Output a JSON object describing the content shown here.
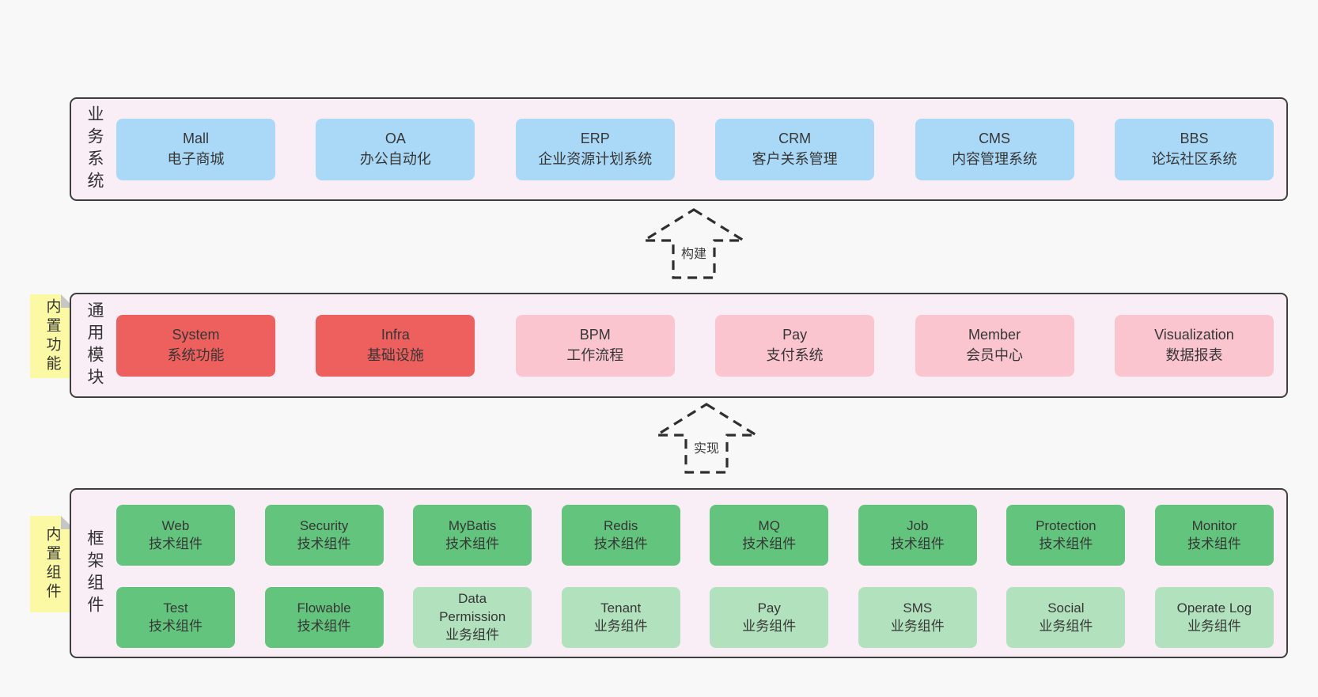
{
  "colors": {
    "page_background": "#f8f8f8",
    "layer_background": "#f9eef6",
    "layer_border": "#3f3f3f",
    "box_blue": "#a9d9f6",
    "box_red": "#ee605e",
    "box_pink": "#fac5cf",
    "box_green": "#63c57d",
    "box_light_green": "#b2e2bd",
    "note_yellow": "#fbf9a3",
    "note_fold_gray": "#c6c6c6",
    "text": "#353535"
  },
  "layers": [
    {
      "id": "business-systems",
      "label": "业务系统",
      "rows": [
        [
          {
            "lines": [
              "Mall",
              "电子商城"
            ],
            "color": "blue"
          },
          {
            "lines": [
              "OA",
              "办公自动化"
            ],
            "color": "blue"
          },
          {
            "lines": [
              "ERP",
              "企业资源计划系统"
            ],
            "color": "blue"
          },
          {
            "lines": [
              "CRM",
              "客户关系管理"
            ],
            "color": "blue"
          },
          {
            "lines": [
              "CMS",
              "内容管理系统"
            ],
            "color": "blue"
          },
          {
            "lines": [
              "BBS",
              "论坛社区系统"
            ],
            "color": "blue"
          }
        ]
      ]
    },
    {
      "id": "common-modules",
      "label": "通用模块",
      "note": "内置功能",
      "rows": [
        [
          {
            "lines": [
              "System",
              "系统功能"
            ],
            "color": "red"
          },
          {
            "lines": [
              "Infra",
              "基础设施"
            ],
            "color": "red"
          },
          {
            "lines": [
              "BPM",
              "工作流程"
            ],
            "color": "pink"
          },
          {
            "lines": [
              "Pay",
              "支付系统"
            ],
            "color": "pink"
          },
          {
            "lines": [
              "Member",
              "会员中心"
            ],
            "color": "pink"
          },
          {
            "lines": [
              "Visualization",
              "数据报表"
            ],
            "color": "pink"
          }
        ]
      ]
    },
    {
      "id": "framework-components",
      "label": "框架组件",
      "note": "内置组件",
      "rows": [
        [
          {
            "lines": [
              "Web",
              "技术组件"
            ],
            "color": "green"
          },
          {
            "lines": [
              "Security",
              "技术组件"
            ],
            "color": "green"
          },
          {
            "lines": [
              "MyBatis",
              "技术组件"
            ],
            "color": "green"
          },
          {
            "lines": [
              "Redis",
              "技术组件"
            ],
            "color": "green"
          },
          {
            "lines": [
              "MQ",
              "技术组件"
            ],
            "color": "green"
          },
          {
            "lines": [
              "Job",
              "技术组件"
            ],
            "color": "green"
          },
          {
            "lines": [
              "Protection",
              "技术组件"
            ],
            "color": "green"
          },
          {
            "lines": [
              "Monitor",
              "技术组件"
            ],
            "color": "green"
          }
        ],
        [
          {
            "lines": [
              "Test",
              "技术组件"
            ],
            "color": "green"
          },
          {
            "lines": [
              "Flowable",
              "技术组件"
            ],
            "color": "green"
          },
          {
            "lines": [
              "Data",
              "Permission",
              "业务组件"
            ],
            "color": "lightgreen"
          },
          {
            "lines": [
              "Tenant",
              "业务组件"
            ],
            "color": "lightgreen"
          },
          {
            "lines": [
              "Pay",
              "业务组件"
            ],
            "color": "lightgreen"
          },
          {
            "lines": [
              "SMS",
              "业务组件"
            ],
            "color": "lightgreen"
          },
          {
            "lines": [
              "Social",
              "业务组件"
            ],
            "color": "lightgreen"
          },
          {
            "lines": [
              "Operate Log",
              "业务组件"
            ],
            "color": "lightgreen"
          }
        ]
      ]
    }
  ],
  "arrows": [
    {
      "label": "构建"
    },
    {
      "label": "实现"
    }
  ]
}
